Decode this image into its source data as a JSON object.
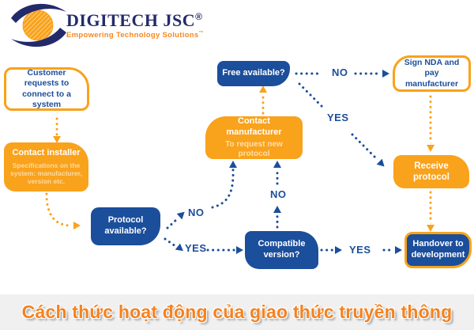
{
  "logo": {
    "brand": "DIGITECH JSC",
    "registered": "®",
    "tagline": "Empowering Technology Solutions",
    "trademark": "™"
  },
  "flowchart": {
    "boxes": {
      "customer": {
        "title": "Customer requests to connect to a system"
      },
      "installer": {
        "title": "Contact installer",
        "subtitle": "Specifications on the system: manufacturer, version etc."
      },
      "protocol": {
        "title": "Protocol available?"
      },
      "free": {
        "title": "Free available?"
      },
      "manufacturer": {
        "title": "Contact manufacturer",
        "subtitle": "To request new protocol"
      },
      "nda": {
        "title": "Sign NDA and pay manufacturer"
      },
      "receive": {
        "title": "Receive protocol"
      },
      "compatible": {
        "title": "Compatible version?"
      },
      "handover": {
        "title": "Handover to development"
      }
    },
    "labels": {
      "yes": "YES",
      "no": "NO"
    }
  },
  "caption": "Cách thức hoạt động của giao thức truyền thông",
  "colors": {
    "flow_blue": "#1b4e9b",
    "flow_orange": "#f9a21b",
    "logo_navy": "#232a6b",
    "tagline_orange": "#f6871f",
    "caption_orange": "#f5821f",
    "caption_bg": "#f0f0f0"
  }
}
